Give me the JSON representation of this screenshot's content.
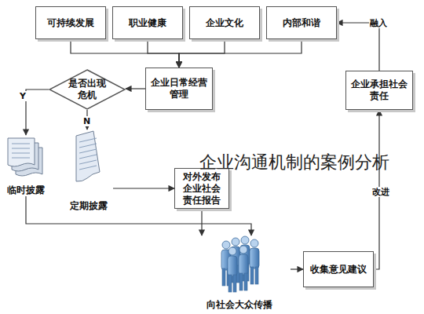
{
  "diagram": {
    "title": "企业沟通机制的案例分析",
    "nodes": [
      {
        "text": [
          "可持续发展"
        ]
      },
      {
        "text": [
          "职业健康"
        ]
      },
      {
        "text": [
          "企业文化"
        ]
      },
      {
        "text": [
          "内部和谐"
        ]
      },
      {
        "text": [
          "企业承担社会责任"
        ]
      },
      {
        "text": [
          "企业日常经营管理"
        ]
      },
      {
        "text": [
          "是否出现危机"
        ]
      },
      {
        "text": [
          "临时披露"
        ]
      },
      {
        "text": [
          "定期披露"
        ]
      },
      {
        "text": [
          "对外发布企业社会责任报告"
        ]
      },
      {
        "text": [
          "向社会大众传播"
        ]
      },
      {
        "text": [
          "收集意见建议"
        ]
      }
    ],
    "edges": [
      {
        "from": 0,
        "to": 5,
        "arrow": "to"
      },
      {
        "from": 1,
        "to": 5,
        "arrow": "to"
      },
      {
        "from": 2,
        "to": 5,
        "arrow": "to"
      },
      {
        "from": 3,
        "to": 5,
        "arrow": "to"
      },
      {
        "from": 4,
        "to": 3,
        "label": "融入",
        "arrow": "to"
      },
      {
        "from": 5,
        "to": 6,
        "arrow": "to"
      },
      {
        "from": 6,
        "to": 7,
        "label": "Y",
        "arrow": "to"
      },
      {
        "from": 6,
        "to": 8,
        "label": "N",
        "arrow": "to"
      },
      {
        "from": 8,
        "to": 9,
        "arrow": "to"
      },
      {
        "from": 7,
        "to": 10,
        "arrow": "to"
      },
      {
        "from": 9,
        "to": 10,
        "arrow": "to"
      },
      {
        "from": 10,
        "to": 11,
        "arrow": "to"
      },
      {
        "from": 11,
        "to": 4,
        "label": "改进",
        "arrow": "to"
      }
    ]
  }
}
